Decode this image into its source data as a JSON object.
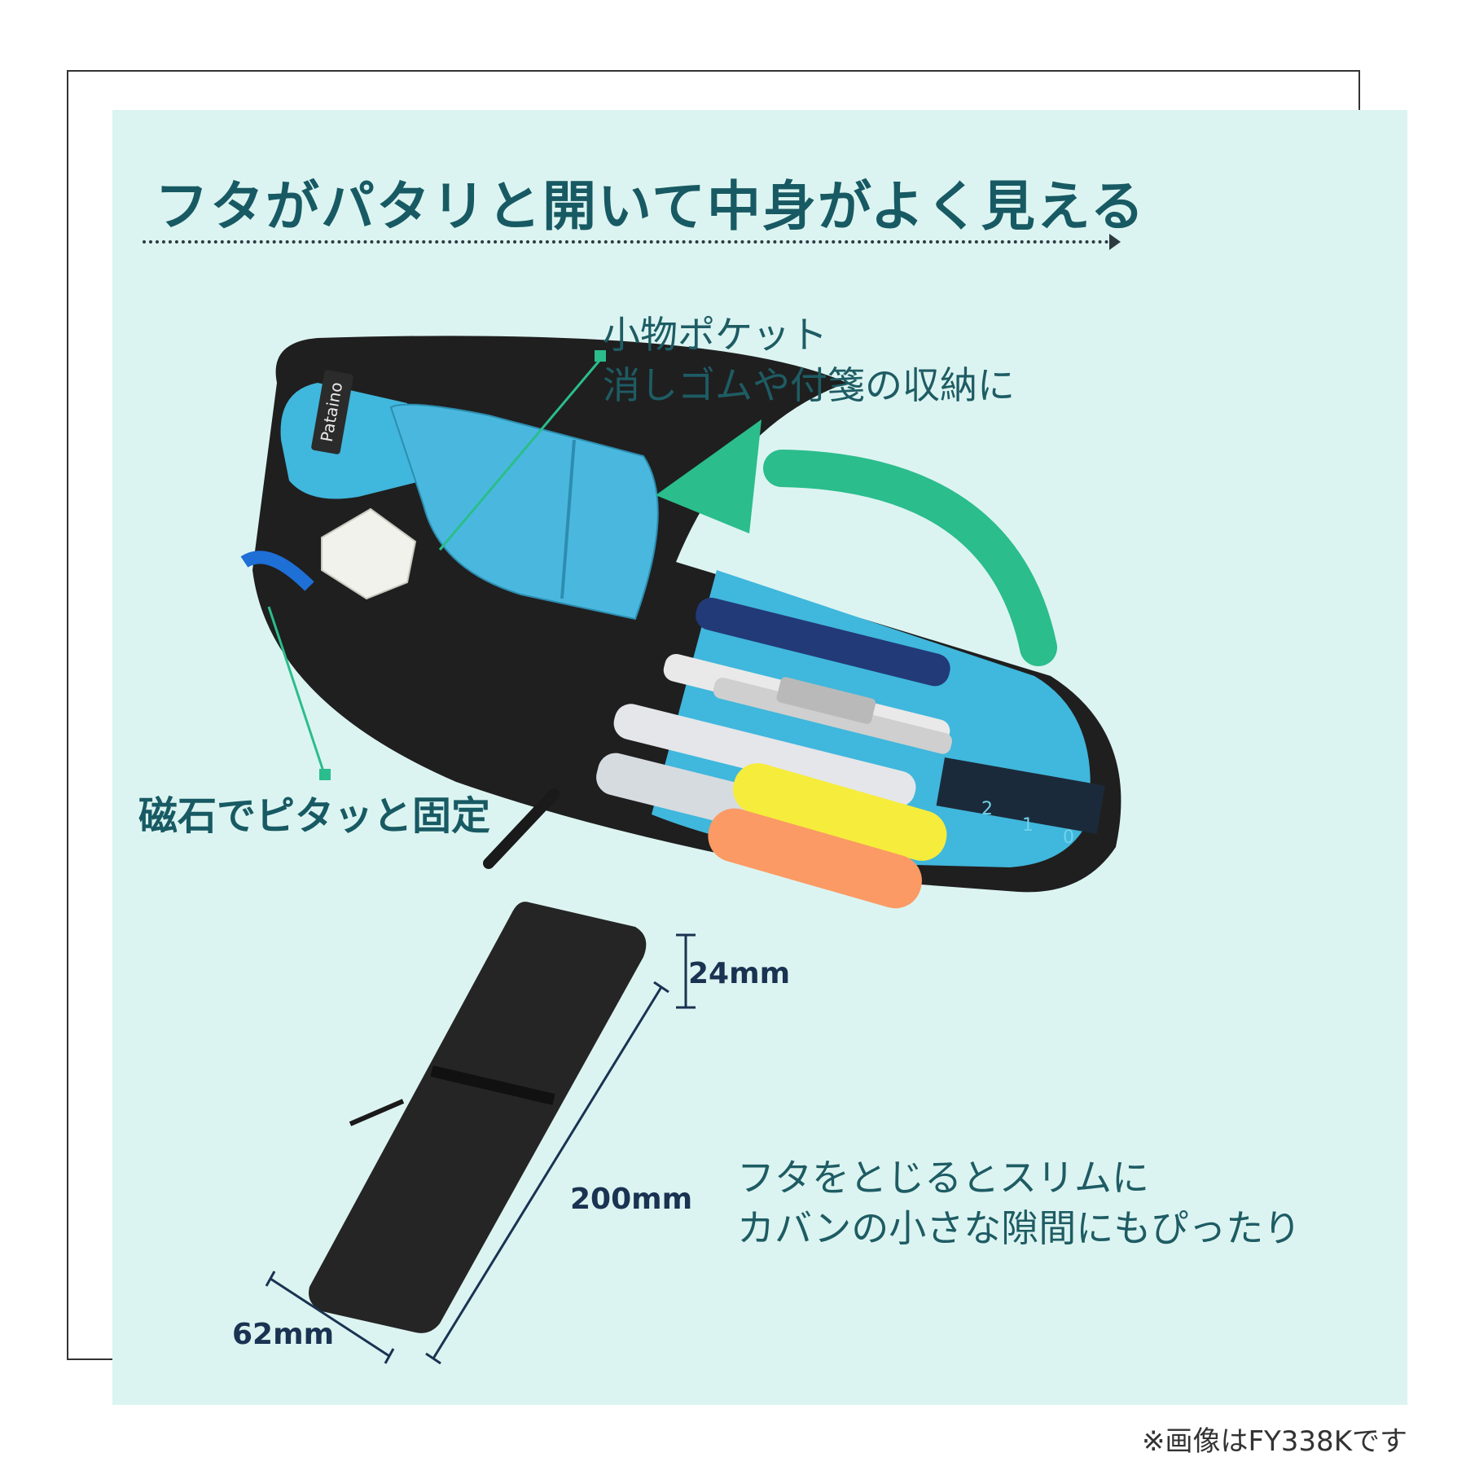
{
  "headline": "フタがパタリと開いて中身がよく見える",
  "callout_pocket": {
    "line1": "小物ポケット",
    "line2": "消しゴムや付箋の収納に"
  },
  "callout_magnet": "磁石でピタッと固定",
  "callout_slim": {
    "line1": "フタをとじるとスリムに",
    "line2": "カバンの小さな隙間にもぴったり"
  },
  "dimensions": {
    "thickness": "24mm",
    "length": "200mm",
    "width": "62mm"
  },
  "brand_label": "Pataino",
  "ruler_ticks": [
    "0",
    "1",
    "2"
  ],
  "footnote": "※画像はFY338Kです",
  "colors": {
    "panel_background": "#dcf4f1",
    "text_teal": "#185a63",
    "accent_green": "#2bbd8c",
    "case_black": "#222222",
    "lining_blue": "#4ab8de"
  }
}
